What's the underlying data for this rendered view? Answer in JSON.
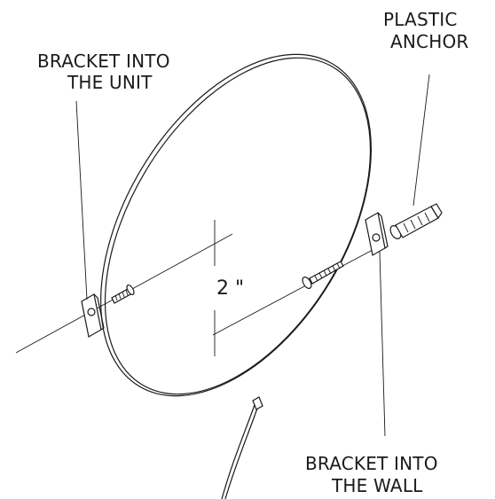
{
  "labels": {
    "bracket_unit_line1": "BRACKET INTO",
    "bracket_unit_line2": "THE UNIT",
    "plastic_anchor_line1": "PLASTIC",
    "plastic_anchor_line2": "ANCHOR",
    "bracket_wall_line1": "BRACKET INTO",
    "bracket_wall_line2": "THE WALL",
    "dimension": "2 \""
  }
}
